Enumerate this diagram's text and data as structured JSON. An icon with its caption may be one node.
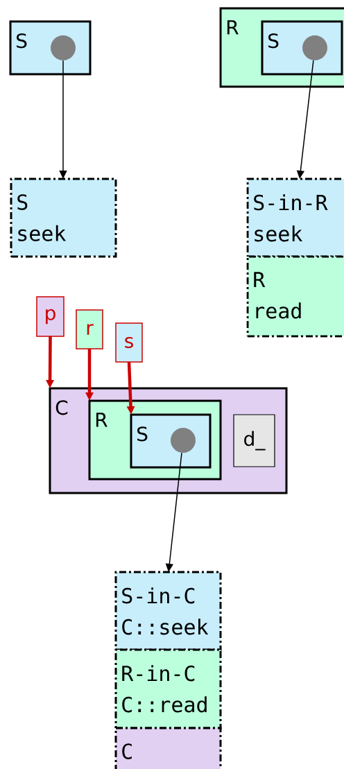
{
  "diagram": {
    "nodes": [
      {
        "text": [
          "S"
        ]
      },
      {
        "text": [],
        "shape": "circle",
        "in": 0
      },
      {
        "text": [
          "R"
        ]
      },
      {
        "text": [
          "S"
        ],
        "in": 2
      },
      {
        "text": [],
        "shape": "circle",
        "in": 3
      },
      {
        "text": [
          "S",
          "seek"
        ]
      },
      {
        "text": [
          "S-in-R",
          "seek"
        ]
      },
      {
        "text": [
          "R",
          "read"
        ]
      },
      {
        "text": [
          "p"
        ]
      },
      {
        "text": [
          "r"
        ]
      },
      {
        "text": [
          "s"
        ]
      },
      {
        "text": [
          "C"
        ]
      },
      {
        "text": [
          "R"
        ],
        "in": 11
      },
      {
        "text": [
          "S"
        ],
        "in": 12
      },
      {
        "text": [],
        "shape": "circle",
        "in": 13
      },
      {
        "text": [
          "d_"
        ],
        "in": 11
      },
      {
        "text": [
          "S-in-C",
          "C::seek"
        ]
      },
      {
        "text": [
          "R-in-C",
          "C::read"
        ]
      },
      {
        "text": [
          "C"
        ]
      }
    ],
    "edges": [
      {
        "from": 1,
        "to": 5,
        "arrow": "to"
      },
      {
        "from": 4,
        "to": 6,
        "arrow": "to"
      },
      {
        "from": 8,
        "to": 11,
        "arrow": "to",
        "style": "thick",
        "color": "#cc0000"
      },
      {
        "from": 9,
        "to": 12,
        "arrow": "to",
        "style": "thick",
        "color": "#cc0000"
      },
      {
        "from": 10,
        "to": 13,
        "arrow": "to",
        "style": "thick",
        "color": "#cc0000"
      },
      {
        "from": 14,
        "to": 16,
        "arrow": "to"
      }
    ]
  }
}
